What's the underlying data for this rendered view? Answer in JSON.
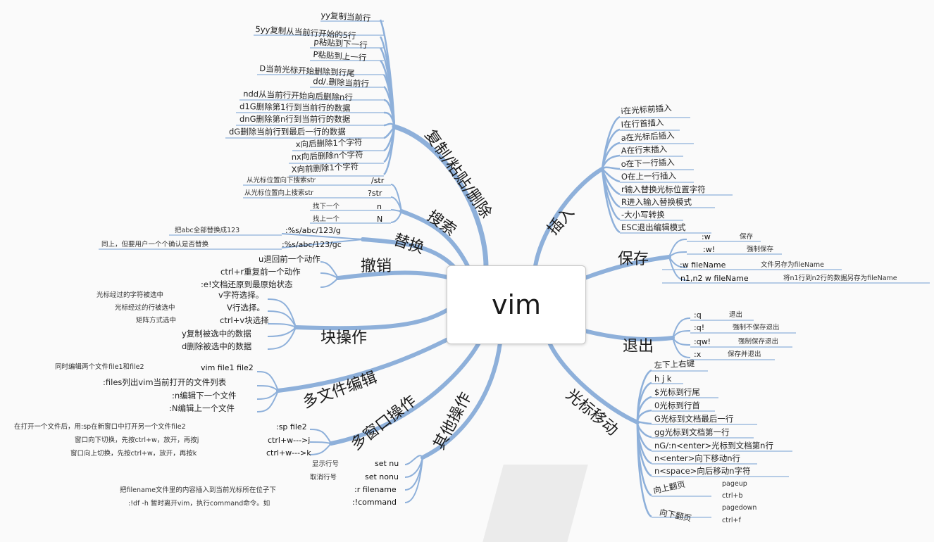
{
  "center": {
    "title": "vim"
  },
  "branches": {
    "copy": {
      "label": "复制/粘贴/删除",
      "items": [
        "yy复制当前行",
        "5yy复制从当前行开始的5行",
        "p粘贴到下一行",
        "P粘贴到上一行",
        "D当前光标开始删除到行尾",
        "dd/.删除当前行",
        "ndd从当前行开始向后删除n行",
        "d1G删除第1行到当前行的数据",
        "dnG删除第n行到当前行的数据",
        "dG删除当前行到最后一行的数据",
        "x向后删除1个字符",
        "nx向后删除n个字符",
        "X向前删除1个字符"
      ]
    },
    "search": {
      "label": "搜索",
      "items": [
        {
          "cmd": "/str",
          "desc": "从光标位置向下搜索str"
        },
        {
          "cmd": "?str",
          "desc": "从光标位置向上搜索str"
        },
        {
          "cmd": "n",
          "desc": "找下一个"
        },
        {
          "cmd": "N",
          "desc": "找上一个"
        }
      ]
    },
    "replace": {
      "label": "替换",
      "items": [
        {
          "cmd": ":%s/abc/123/g",
          "desc": "把abc全部替换成123"
        },
        {
          "cmd": ":%s/abc/123/gc",
          "desc": "同上，但要用户一个个确认是否替换"
        }
      ]
    },
    "undo": {
      "label": "撤销",
      "items": [
        "u退回前一个动作",
        "ctrl+r重复前一个动作",
        ":e!文档还原到最原始状态"
      ]
    },
    "block": {
      "label": "块操作",
      "items": [
        {
          "cmd": "v字符选择。",
          "desc": "光标经过的字符被选中"
        },
        {
          "cmd": "V行选择。",
          "desc": "光标经过的行被选中"
        },
        {
          "cmd": "ctrl+v块选择",
          "desc": "矩阵方式选中"
        },
        {
          "cmd": "y复制被选中的数据",
          "desc": ""
        },
        {
          "cmd": "d删除被选中的数据",
          "desc": ""
        }
      ]
    },
    "multifile": {
      "label": "多文件编辑",
      "items": [
        {
          "cmd": "vim file1 file2",
          "desc": "同时编辑两个文件file1和file2"
        },
        {
          "cmd": ":files列出vim当前打开的文件列表",
          "desc": ""
        },
        {
          "cmd": ":n编辑下一个文件",
          "desc": ""
        },
        {
          "cmd": ":N编辑上一个文件",
          "desc": ""
        }
      ]
    },
    "multiwin": {
      "label": "多窗口操作",
      "items": [
        {
          "cmd": ":sp file2",
          "desc": "在打开一个文件后，用:sp在新窗口中打开另一个文件file2"
        },
        {
          "cmd": "ctrl+w--->j",
          "desc": "窗口向下切换，先按ctrl+w，放开，再按j"
        },
        {
          "cmd": "ctrl+w--->k",
          "desc": "窗口向上切换，先按ctrl+w，放开，再按k"
        }
      ]
    },
    "other": {
      "label": "其他操作",
      "items": [
        {
          "cmd": "set nu",
          "desc": "显示行号"
        },
        {
          "cmd": "set nonu",
          "desc": "取消行号"
        },
        {
          "cmd": ":r filename",
          "desc": "把filename文件里的内容插入到当前光标所在位子下"
        },
        {
          "cmd": ":!command",
          "desc": ":!df -h      暂时离开vim，执行command命令。如"
        }
      ]
    },
    "insert": {
      "label": "插入",
      "items": [
        "i在光标前插入",
        "I在行首插入",
        "a在光标后插入",
        "A在行末插入",
        "o在下一行插入",
        "O在上一行插入",
        "r输入替换光标位置字符",
        "R进入输入替换模式",
        "-大小写转换",
        "ESC退出编辑模式"
      ]
    },
    "save": {
      "label": "保存",
      "items": [
        {
          "cmd": ":w",
          "desc": "保存"
        },
        {
          "cmd": ":w!",
          "desc": "强制保存"
        },
        {
          "cmd": ":w fileName",
          "desc": "文件另存为fileName"
        },
        {
          "cmd": "n1,n2 w fileName",
          "desc": "将n1行到n2行的数据另存为fileName"
        }
      ]
    },
    "quit": {
      "label": "退出",
      "items": [
        {
          "cmd": ":q",
          "desc": "退出"
        },
        {
          "cmd": ":q!",
          "desc": "强制不保存退出"
        },
        {
          "cmd": ":qw!",
          "desc": "强制保存退出"
        },
        {
          "cmd": ":x",
          "desc": "保存并退出"
        }
      ]
    },
    "cursor": {
      "label": "光标移动",
      "items": [
        "左下上右键",
        "h  j  k",
        "$光标到行尾",
        "0光标到行首",
        "G光标到文档最后一行",
        "gg光标到文档第一行",
        "nG/:n<enter>光标到文档第n行",
        "n<enter>向下移动n行",
        "n<space>向后移动n字符"
      ],
      "pageup": {
        "label": "向上翻页",
        "keys": [
          "pageup",
          "ctrl+b"
        ]
      },
      "pagedown": {
        "label": "向下翻页",
        "keys": [
          "pagedown",
          "ctrl+f"
        ]
      }
    }
  },
  "colors": {
    "branch": "#8eb0da",
    "text": "#1a1a1a"
  }
}
